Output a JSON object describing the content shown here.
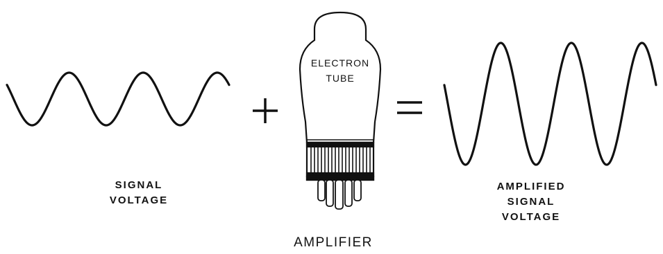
{
  "diagram": {
    "signal_label": [
      "SIGNAL",
      "VOLTAGE"
    ],
    "operator_plus": "+",
    "tube_label": [
      "ELECTRON",
      "TUBE"
    ],
    "operator_equals": "=",
    "amplified_label": [
      "AMPLIFIED",
      "SIGNAL",
      "VOLTAGE"
    ],
    "amplifier_label": "AMPLIFIER",
    "colors": {
      "ink": "#111111",
      "background": "#ffffff"
    }
  }
}
